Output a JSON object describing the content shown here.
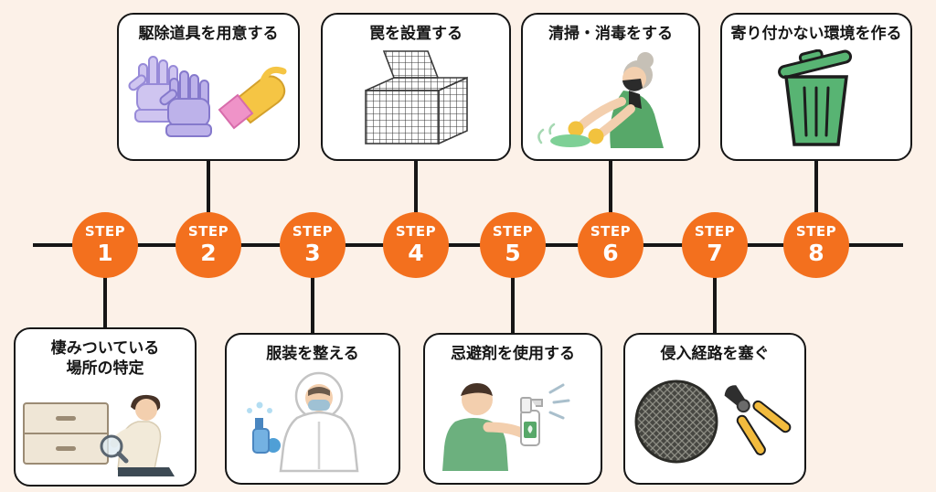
{
  "colors": {
    "page_bg": "#fcf1e8",
    "accent": "#f3701e",
    "card_bg": "#ffffff",
    "card_border": "#161616",
    "line": "#161616",
    "step_text": "#ffffff"
  },
  "steps": [
    {
      "label": "STEP",
      "number": "1",
      "title": "棲みついている\n場所の特定",
      "icon": "inspect-location-illustration",
      "position": "bottom"
    },
    {
      "label": "STEP",
      "number": "2",
      "title": "駆除道具を用意する",
      "icon": "gloves-and-vacuum-illustration",
      "position": "top"
    },
    {
      "label": "STEP",
      "number": "3",
      "title": "服装を整える",
      "icon": "protective-suit-illustration",
      "position": "bottom"
    },
    {
      "label": "STEP",
      "number": "4",
      "title": "罠を設置する",
      "icon": "cage-trap-illustration",
      "position": "top"
    },
    {
      "label": "STEP",
      "number": "5",
      "title": "忌避剤を使用する",
      "icon": "repellent-spray-illustration",
      "position": "bottom"
    },
    {
      "label": "STEP",
      "number": "6",
      "title": "清掃・消毒をする",
      "icon": "cleaning-disinfection-illustration",
      "position": "top"
    },
    {
      "label": "STEP",
      "number": "7",
      "title": "侵入経路を塞ぐ",
      "icon": "mesh-and-pliers-illustration",
      "position": "bottom"
    },
    {
      "label": "STEP",
      "number": "8",
      "title": "寄り付かない環境を作る",
      "icon": "trash-can-illustration",
      "position": "top"
    }
  ]
}
